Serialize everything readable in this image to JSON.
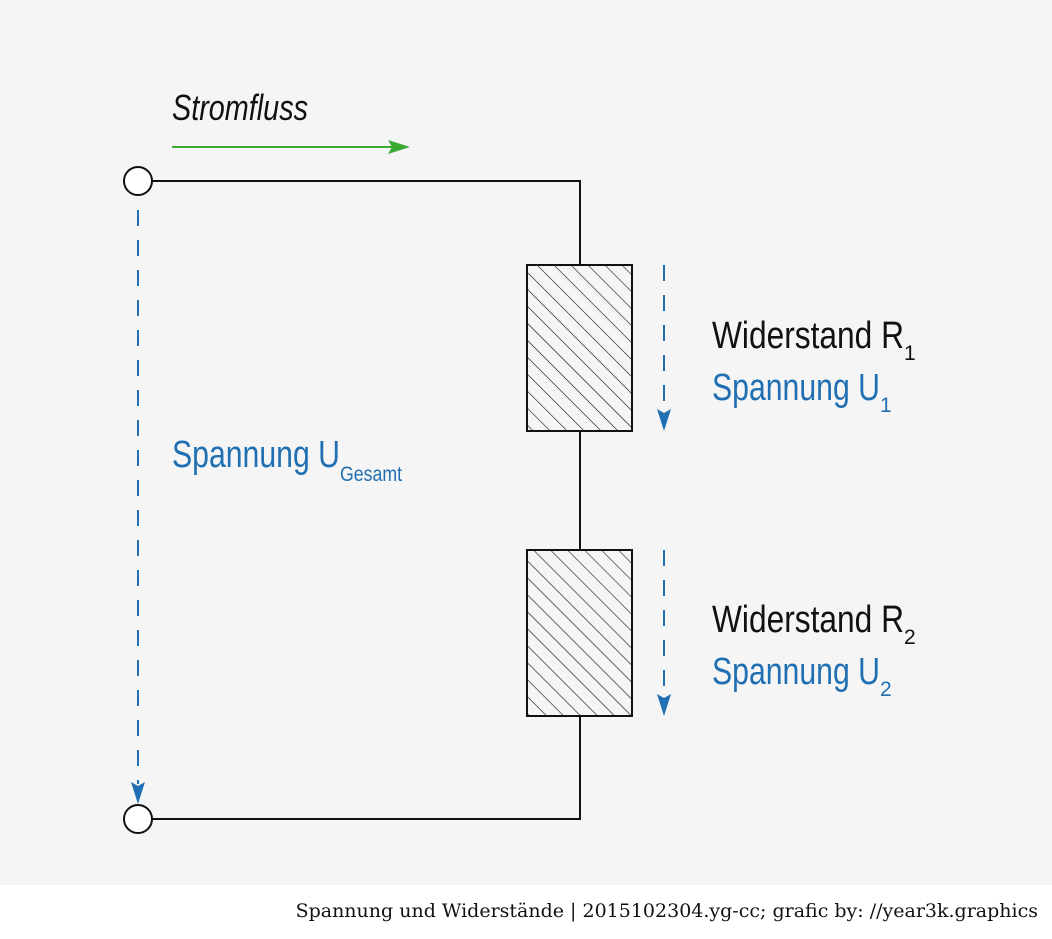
{
  "diagram": {
    "current_label": "Stromfluss",
    "total_voltage": {
      "text": "Spannung U",
      "subscript": "Gesamt"
    },
    "resistors": [
      {
        "name_text": "Widerstand R",
        "name_sub": "1",
        "voltage_text": "Spannung U",
        "voltage_sub": "1"
      },
      {
        "name_text": "Widerstand R",
        "name_sub": "2",
        "voltage_text": "Spannung U",
        "voltage_sub": "2"
      }
    ]
  },
  "footer": {
    "caption": "Spannung und Widerstände | 2015102304.yg-cc; grafic by: //year3k.graphics"
  },
  "colors": {
    "current": "#3aaa35",
    "voltage": "#1f6fb2",
    "wire": "#111111",
    "background": "#f5f5f5"
  }
}
